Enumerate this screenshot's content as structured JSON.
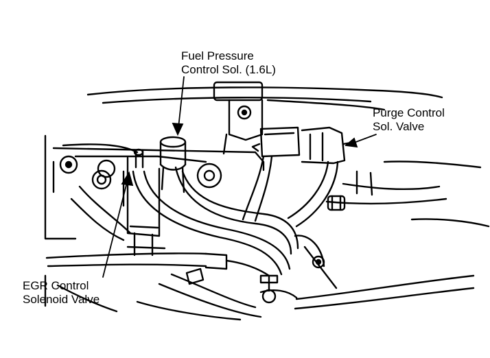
{
  "labels": {
    "fuel_pressure": {
      "line1": "Fuel Pressure",
      "line2": "Control Sol. (1.6L)"
    },
    "purge_control": {
      "line1": "Purge Control",
      "line2": "Sol. Valve"
    },
    "egr_control": {
      "line1": "EGR Control",
      "line2": "Solenoid Valve"
    }
  },
  "colors": {
    "ink": "#000000",
    "paper": "#ffffff"
  }
}
